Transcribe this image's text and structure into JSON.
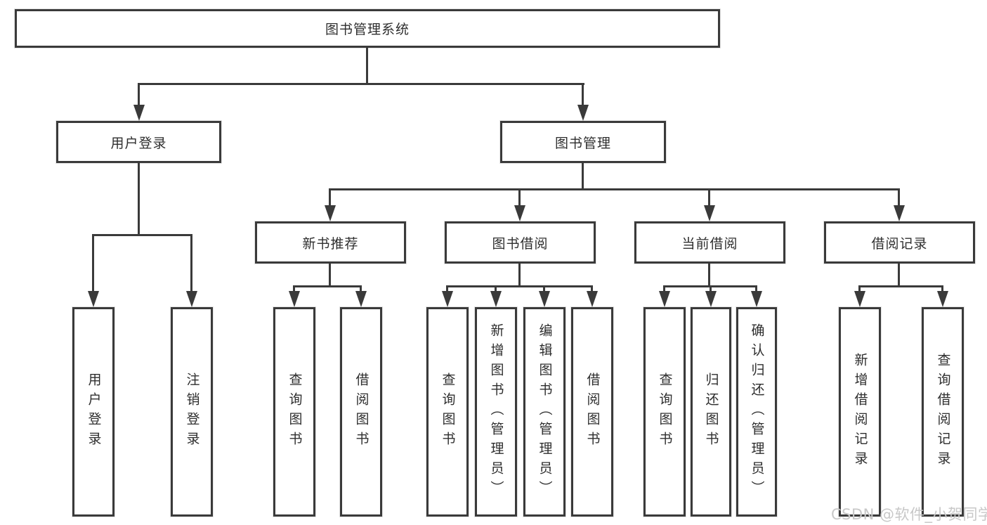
{
  "diagram": {
    "root": "图书管理系统",
    "branches": [
      {
        "label": "用户登录",
        "leaves": [
          "用户登录",
          "注销登录"
        ]
      },
      {
        "label": "图书管理",
        "groups": [
          {
            "label": "新书推荐",
            "leaves": [
              "查询图书",
              "借阅图书"
            ]
          },
          {
            "label": "图书借阅",
            "leaves": [
              "查询图书",
              "新增图书（管理员）",
              "编辑图书（管理员）",
              "借阅图书"
            ]
          },
          {
            "label": "当前借阅",
            "leaves": [
              "查询图书",
              "归还图书",
              "确认归还（管理员）"
            ]
          },
          {
            "label": "借阅记录",
            "leaves": [
              "新增借阅记录",
              "查询借阅记录"
            ]
          }
        ]
      }
    ]
  },
  "watermark": {
    "text": "CSDN @软件_小贺同学"
  },
  "colors": {
    "line": "#3a3a3a",
    "text": "#2e2e2e",
    "watermark": "#c8c8c8",
    "background": "#ffffff"
  }
}
